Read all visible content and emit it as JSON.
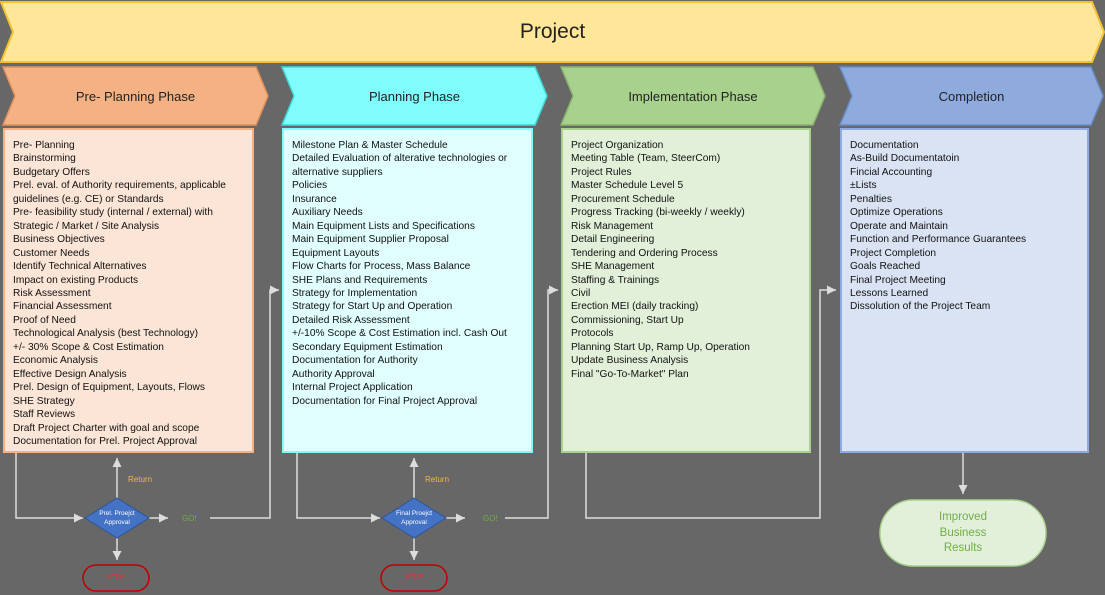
{
  "title": "Project",
  "colors": {
    "background": "#676767",
    "project": "#ffe699",
    "preplanning": "#f4b183",
    "planning": "#7ffcfc",
    "implementation": "#a9d18e",
    "completion": "#8faadc",
    "diamond": "#4472c4",
    "stop": "#c00000",
    "go": "#70ad47",
    "return": "#f4b942"
  },
  "phases": [
    {
      "label": "Pre- Planning Phase",
      "items": [
        "Pre- Planning",
        "Brainstorming",
        "Budgetary Offers",
        "Prel. eval. of Authority requirements, applicable",
        "guidelines (e.g. CE) or Standards",
        "Pre- feasibility study (internal / external) with",
        "Strategic / Market / Site Analysis",
        "Business Objectives",
        "Customer Needs",
        "Identify Technical Alternatives",
        "Impact on existing Products",
        "Risk Assessment",
        "Financial Assessment",
        "Proof of Need",
        "Technological Analysis (best Technology)",
        "+/- 30% Scope & Cost Estimation",
        "Economic Analysis",
        "Effective Design Analysis",
        "Prel. Design of Equipment, Layouts, Flows",
        "SHE Strategy",
        "Staff Reviews",
        "Draft Project Charter with goal and scope",
        "Documentation for Prel. Project Approval"
      ]
    },
    {
      "label": "Planning Phase",
      "items": [
        "Milestone Plan & Master Schedule",
        "Detailed Evaluation of alterative technologies or",
        "alternative suppliers",
        "Policies",
        "Insurance",
        "Auxiliary Needs",
        "Main Equipment Lists and Specifications",
        "Main Equipment Supplier Proposal",
        "Equipment Layouts",
        "Flow Charts for Process, Mass Balance",
        "SHE Plans and Requirements",
        "Strategy for Implementation",
        "Strategy for Start Up and Operation",
        "Detailed Risk Assessment",
        "+/-10% Scope & Cost Estimation incl. Cash Out",
        "Secondary Equipment Estimation",
        "Documentation for Authority",
        "Authority Approval",
        "Internal Project Application",
        "Documentation for Final Project Approval"
      ]
    },
    {
      "label": "Implementation Phase",
      "items": [
        "Project Organization",
        "Meeting Table (Team, SteerCom)",
        "Project Rules",
        "Master Schedule Level 5",
        "Procurement Schedule",
        "Progress Tracking (bi-weekly / weekly)",
        "Risk Management",
        "Detail Engineering",
        "Tendering and Ordering Process",
        "SHE Management",
        "Staffing & Trainings",
        "Civil",
        "Erection MEI (daily tracking)",
        "Commissioning, Start Up",
        "Protocols",
        "Planning Start Up, Ramp Up, Operation",
        "Update Business Analysis",
        "Final \"Go-To-Market\" Plan"
      ]
    },
    {
      "label": "Completion",
      "items": [
        "Documentation",
        "As-Build Documentatoin",
        "Fincial Accounting",
        "±Lists",
        "Penalties",
        "Optimize Operations",
        "Operate and Maintain",
        "Function and Performance Guarantees",
        "Project Completion",
        "Goals Reached",
        "Final Project Meeting",
        "Lessons Learned",
        "Dissolution of the Project Team"
      ]
    }
  ],
  "gates": [
    {
      "line1": "Prel. Proejct",
      "line2": "Approval",
      "return": "Return",
      "go": "GO!",
      "stop": "STOP"
    },
    {
      "line1": "Final Proejct",
      "line2": "Approval",
      "return": "Return",
      "go": "GO!",
      "stop": "STOP"
    }
  ],
  "result": {
    "line1": "Improved",
    "line2": "Business",
    "line3": "Results"
  }
}
